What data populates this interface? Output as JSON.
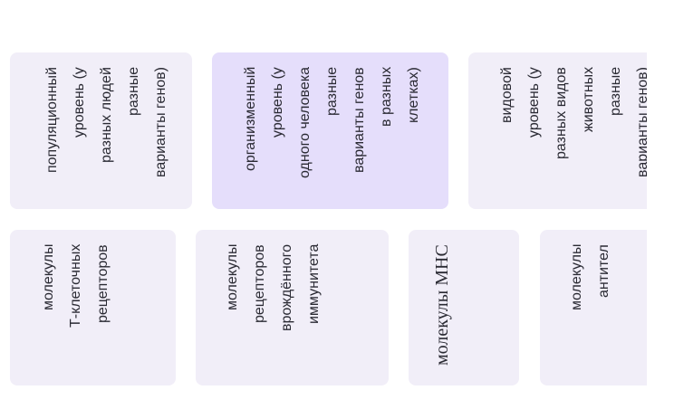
{
  "top_row": [
    {
      "text": "популяционный\nуровень (у\nразных людей\nразные\nварианты генов)",
      "selected": false
    },
    {
      "text": "организменный\nуровень (у\nодного человека\nразные\nварианты генов\nв разных\nклетках)",
      "selected": true
    },
    {
      "text": "видовой\nуровень (у\nразных видов\nживотных\nразные\nварианты генов)",
      "selected": false
    }
  ],
  "bottom_row": [
    {
      "text": "молекулы\nТ-клеточных\nрецепторов"
    },
    {
      "text": "молекулы\nрецепторов\nврождённого\nиммунитета"
    },
    {
      "text": "молекулы MHC"
    },
    {
      "text": "молекулы\nантител"
    }
  ],
  "colors": {
    "card_bg": "#f1eef8",
    "card_selected_bg": "#e5defb",
    "text": "#2a2a33"
  }
}
